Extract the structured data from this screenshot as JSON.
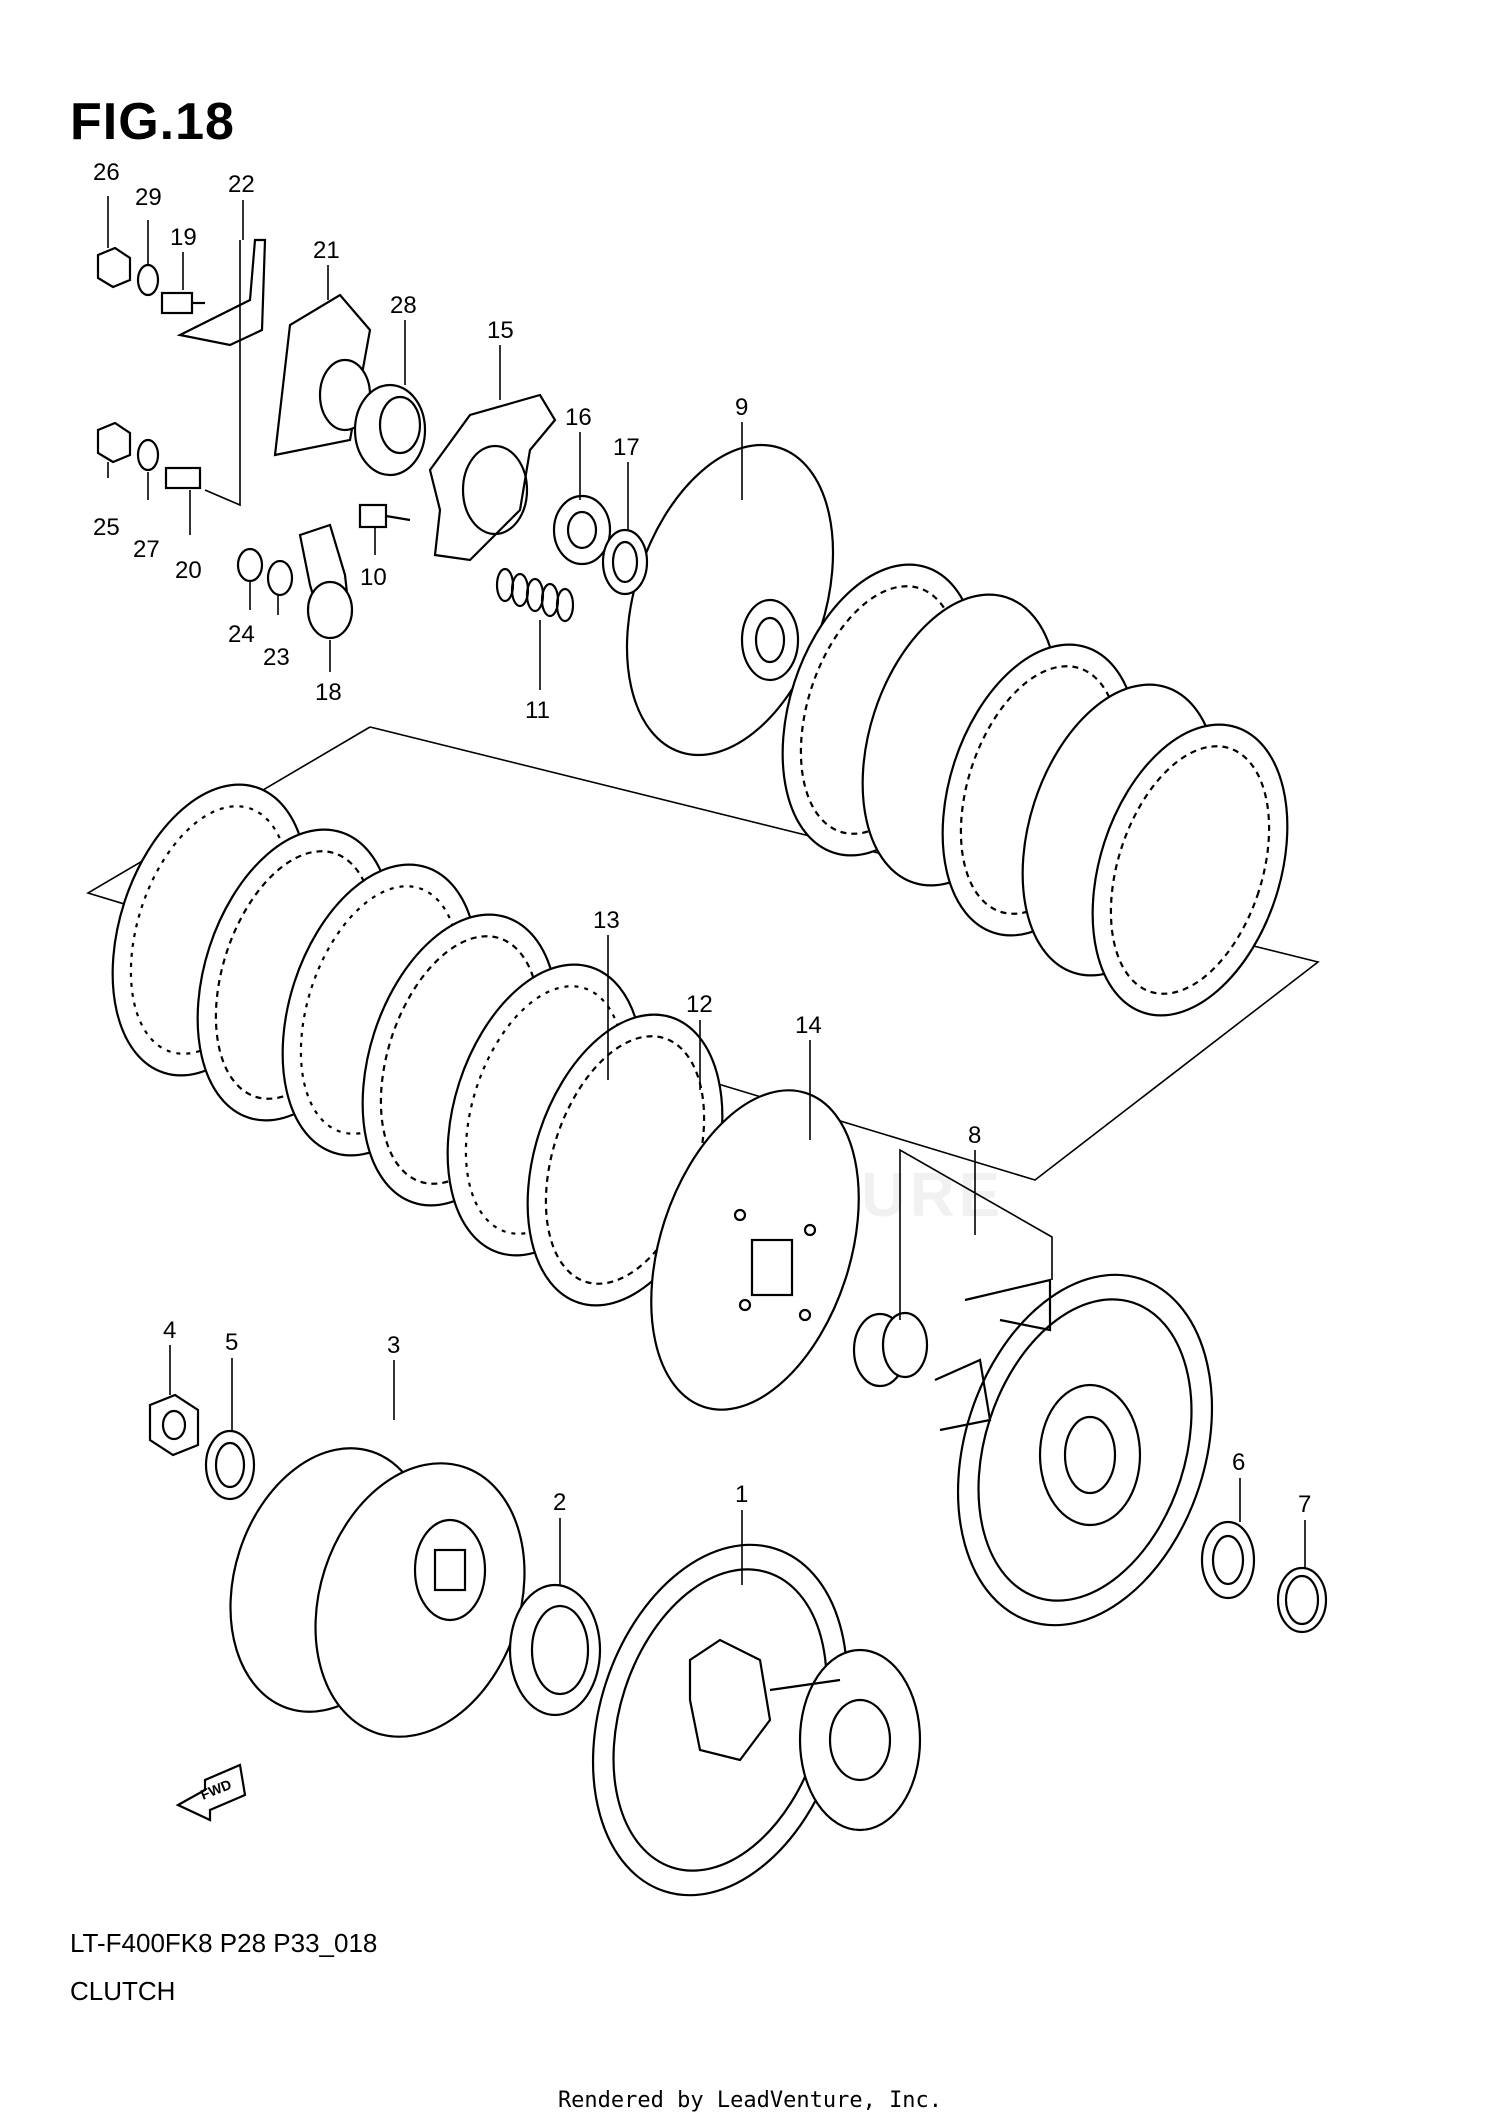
{
  "figure": {
    "title": "FIG.18",
    "model_code": "LT-F400FK8 P28 P33_018",
    "section": "CLUTCH",
    "credit": "Rendered by LeadVenture, Inc.",
    "watermark": "LEADVENTURE",
    "direction_marker": "FWD"
  },
  "callouts": [
    "1",
    "2",
    "3",
    "4",
    "5",
    "6",
    "7",
    "8",
    "9",
    "10",
    "11",
    "12",
    "13",
    "14",
    "15",
    "16",
    "17",
    "18",
    "19",
    "20",
    "21",
    "22",
    "23",
    "24",
    "25",
    "26",
    "27",
    "28",
    "29"
  ],
  "icons": {
    "direction_arrow": "fwd-arrow-icon"
  },
  "colors": {
    "ink": "#000000",
    "paper": "#ffffff"
  }
}
